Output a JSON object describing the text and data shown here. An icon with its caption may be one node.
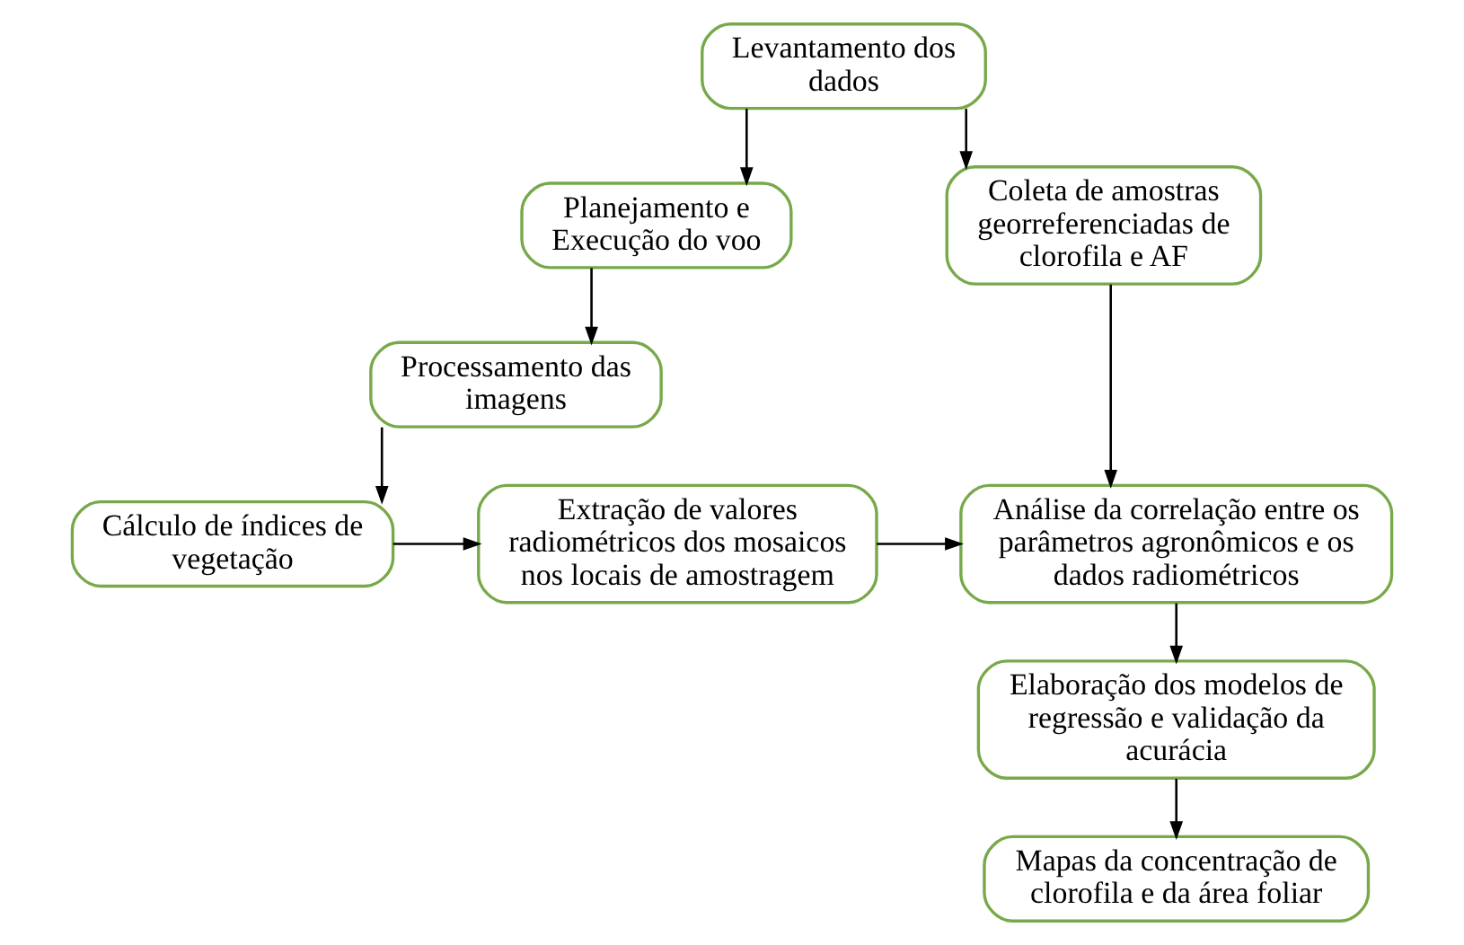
{
  "diagram": {
    "nodes": [
      {
        "text": [
          "Levantamento dos dados"
        ]
      },
      {
        "text": [
          "Planejamento e Execução do voo"
        ]
      },
      {
        "text": [
          "Coleta de amostras georreferenciadas de clorofila e AF"
        ]
      },
      {
        "text": [
          "Processamento das imagens"
        ]
      },
      {
        "text": [
          "Cálculo de índices de vegetação"
        ]
      },
      {
        "text": [
          "Extração de valores radiométricos dos mosaicos nos locais de amostragem"
        ]
      },
      {
        "text": [
          "Análise da correlação entre os parâmetros agronômicos e os dados radiométricos"
        ]
      },
      {
        "text": [
          "Elaboração dos modelos de regressão e validação da acurácia"
        ]
      },
      {
        "text": [
          "Mapas da concentração de clorofila e da área foliar"
        ]
      }
    ],
    "edges": [
      {
        "from": 0,
        "to": 1,
        "arrow": "to"
      },
      {
        "from": 0,
        "to": 2,
        "arrow": "to"
      },
      {
        "from": 1,
        "to": 3,
        "arrow": "to"
      },
      {
        "from": 3,
        "to": 4,
        "arrow": "to"
      },
      {
        "from": 4,
        "to": 5,
        "arrow": "to"
      },
      {
        "from": 5,
        "to": 6,
        "arrow": "to"
      },
      {
        "from": 2,
        "to": 6,
        "arrow": "to"
      },
      {
        "from": 6,
        "to": 7,
        "arrow": "to"
      },
      {
        "from": 7,
        "to": 8,
        "arrow": "to"
      }
    ]
  }
}
